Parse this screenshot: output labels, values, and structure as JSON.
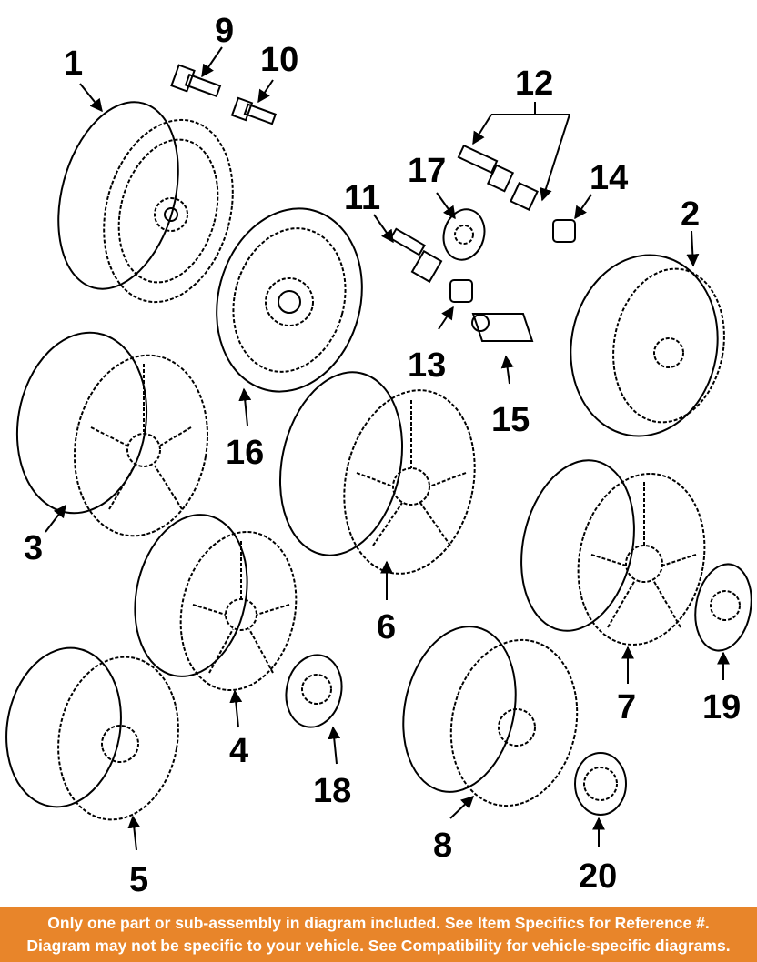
{
  "callouts": {
    "n1": "1",
    "n2": "2",
    "n3": "3",
    "n4": "4",
    "n5": "5",
    "n6": "6",
    "n7": "7",
    "n8": "8",
    "n9": "9",
    "n10": "10",
    "n11": "11",
    "n12": "12",
    "n13": "13",
    "n14": "14",
    "n15": "15",
    "n16": "16",
    "n17": "17",
    "n18": "18",
    "n19": "19",
    "n20": "20"
  },
  "disclaimer": {
    "line1": "Only one part or sub-assembly in diagram included. See Item Specifics for Reference #.",
    "line2": "Diagram may not be specific to your vehicle. See Compatibility for vehicle-specific diagrams."
  },
  "colors": {
    "banner": "#E8852A",
    "line_art": "#000000",
    "background": "#FFFFFF"
  }
}
